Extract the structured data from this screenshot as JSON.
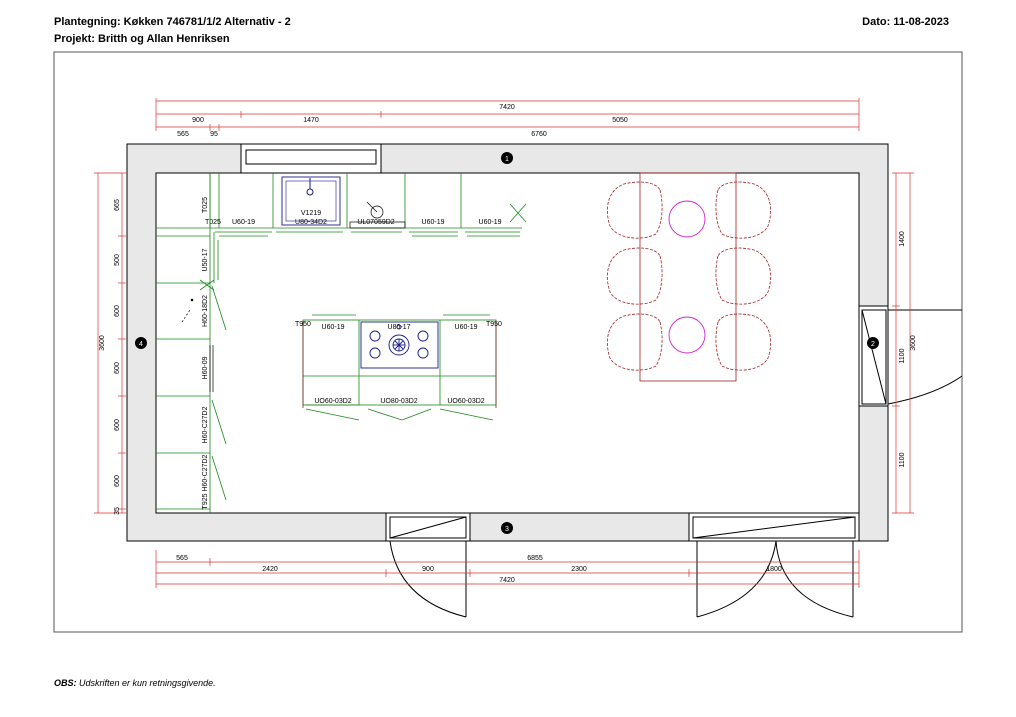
{
  "header": {
    "title": "Plantegning:  Køkken 746781/1/2 Alternativ - 2",
    "project": "Projekt: Britth og Allan Henriksen",
    "date": "Dato: 11-08-2023"
  },
  "footer": {
    "obs_label": "OBS:",
    "obs_text": "Udskriften er kun retningsgivende."
  },
  "walls": {
    "w1": "1",
    "w2": "2",
    "w3": "3",
    "w4": "4"
  },
  "dims": {
    "top": {
      "total": "7420",
      "a": "900",
      "b": "1470",
      "c": "5050",
      "d": "565",
      "e": "95",
      "f": "6760"
    },
    "bottom": {
      "a": "565",
      "b": "6855",
      "c": "2420",
      "d": "900",
      "e": "2300",
      "f": "1800",
      "total": "7420"
    },
    "left": {
      "total": "3600",
      "a": "665",
      "b": "500",
      "c": "600",
      "d": "600",
      "e": "600",
      "f": "600",
      "g": "35"
    },
    "right": {
      "total": "3600",
      "a": "1400",
      "b": "1100",
      "c": "1100"
    }
  },
  "units": {
    "top": {
      "t025": "T025",
      "u60a": "U60-19",
      "v1219": "V1219",
      "u80": "U80-34D2",
      "ul": "UL07059D2",
      "u60b": "U60-19",
      "u60c": "U60-19"
    },
    "left": {
      "t025": "T025",
      "u50": "U50-17",
      "h60a": "H60-18D2",
      "h60b": "H60-09",
      "h60c": "H60-C27D2",
      "h60d": "T925 H60-C27D2"
    },
    "island": {
      "t950a": "T950",
      "u60a": "U60-19",
      "u80": "U80-17",
      "u60b": "U60-19",
      "t950b": "T950",
      "uo60a": "UO60-03D2",
      "uo80": "UO80-03D2",
      "uo60b": "UO60-03D2"
    }
  }
}
